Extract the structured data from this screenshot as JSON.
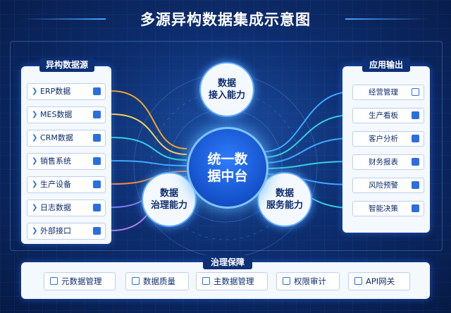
{
  "title": "多源异构数据集成示意图",
  "sources": {
    "title": "异构数据源",
    "items": [
      {
        "label": "ERP数据",
        "icon": "layers-icon"
      },
      {
        "label": "MES数据",
        "icon": "cube-icon"
      },
      {
        "label": "CRM数据",
        "icon": "document-icon"
      },
      {
        "label": "销售系统",
        "icon": "clipboard-icon"
      },
      {
        "label": "生产设备",
        "icon": "device-icon"
      },
      {
        "label": "日志数据",
        "icon": "inbox-icon"
      },
      {
        "label": "外部接口",
        "icon": "gear-icon"
      }
    ]
  },
  "core": {
    "line1": "统一数",
    "line2": "据中台"
  },
  "capabilities": {
    "access": {
      "line1": "数据",
      "line2": "接入能力"
    },
    "governance": {
      "line1": "数据",
      "line2": "治理能力"
    },
    "service": {
      "line1": "数据",
      "line2": "服务能力"
    }
  },
  "outputs": {
    "title": "应用输出",
    "items": [
      {
        "label": "经营管理",
        "icon": "chevron-down-icon"
      },
      {
        "label": "生产看板",
        "icon": "clipboard-icon"
      },
      {
        "label": "客户分析",
        "icon": "user-icon"
      },
      {
        "label": "财务报表",
        "icon": "chat-icon"
      },
      {
        "label": "风险预警",
        "icon": "user-icon"
      },
      {
        "label": "智能决策",
        "icon": "grid-icon"
      }
    ]
  },
  "governance": {
    "title": "治理保障",
    "items": [
      {
        "label": "元数据管理",
        "icon": "book-icon"
      },
      {
        "label": "数据质量",
        "icon": "table-icon"
      },
      {
        "label": "主数据管理",
        "icon": "users-icon"
      },
      {
        "label": "权限审计",
        "icon": "shield-icon"
      },
      {
        "label": "API网关",
        "icon": "globe-icon"
      }
    ]
  },
  "colors": {
    "accent": "#2a6fe0",
    "navy": "#0c2f75",
    "flows": [
      "#f5a623",
      "#f7d154",
      "#35d0e0",
      "#3fa9ff",
      "#f08a3c",
      "#7a7cf0",
      "#b07cf0"
    ]
  }
}
